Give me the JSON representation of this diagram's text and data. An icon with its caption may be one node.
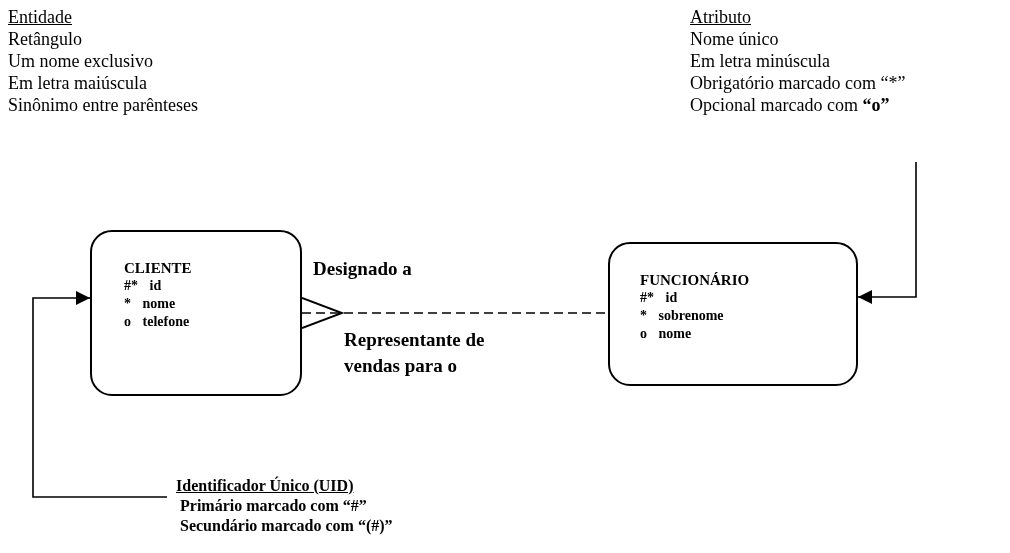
{
  "diagram": {
    "nodes": [
      {
        "text": [
          "CLIENTE",
          "#* id",
          "* nome",
          "o telefone"
        ]
      },
      {
        "text": [
          "FUNCIONÁRIO",
          "#* id",
          "* sobrenome",
          "o nome"
        ]
      },
      {
        "text": [
          "Atributo",
          "Nome único",
          "Em letra minúscula",
          "Obrigatório marcado com “*”",
          "Opcional marcado com **“o”**"
        ]
      },
      {
        "text": [
          "Identificador Único (UID)",
          "Primário marcado com “#”",
          "Secundário marcado com “(#)”"
        ]
      }
    ],
    "edges": [
      {
        "from": 0,
        "to": 1,
        "arrow": "other",
        "style": "dashed",
        "label": "Designado a"
      },
      {
        "from": 2,
        "to": 1,
        "arrow": "to"
      },
      {
        "from": 3,
        "to": 0,
        "arrow": "to"
      }
    ],
    "labels": [
      "Entidade",
      "Retângulo",
      "Um nome exclusivo",
      "Em letra maiúscula",
      "Sinônimo entre parênteses",
      "Representante de vendas para o"
    ]
  }
}
